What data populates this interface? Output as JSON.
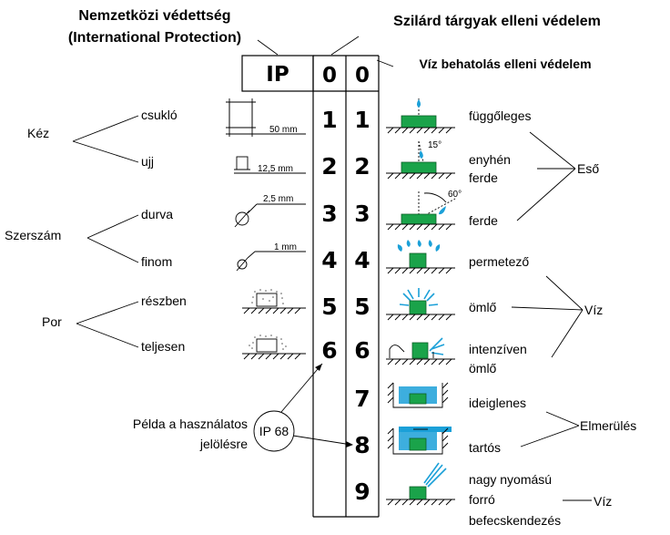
{
  "titles": {
    "main_line1": "Nemzetközi védettség",
    "main_line2": "(International Protection)",
    "solid": "Szilárd tárgyak elleni védelem",
    "water": "Víz behatolás elleni védelem"
  },
  "header": {
    "ip": "IP",
    "solid_digit": "0",
    "water_digit": "0"
  },
  "solid_digits": [
    "1",
    "2",
    "3",
    "4",
    "5",
    "6"
  ],
  "water_digits": [
    "1",
    "2",
    "3",
    "4",
    "5",
    "6",
    "7",
    "8",
    "9"
  ],
  "left": {
    "groups": [
      {
        "label": "Kéz",
        "items": [
          "csukló",
          "ujj"
        ]
      },
      {
        "label": "Szerszám",
        "items": [
          "durva",
          "finom"
        ]
      },
      {
        "label": "Por",
        "items": [
          "részben",
          "teljesen"
        ]
      }
    ],
    "dimensions": [
      "50 mm",
      "12,5 mm",
      "2,5 mm",
      "1 mm"
    ]
  },
  "water_angles": [
    "15°",
    "60°"
  ],
  "right": {
    "lines": [
      "függőleges",
      "enyhén",
      "ferde",
      "ferde",
      "permetező",
      "ömlő",
      "intenzíven",
      "ömlő",
      "ideiglenes",
      "tartós",
      "nagy nyomású",
      "forró",
      "befecskendezés"
    ],
    "groups": {
      "rain": "Eső",
      "water": "Víz",
      "immersion": "Elmerülés",
      "water2": "Víz"
    }
  },
  "example": {
    "label_line1": "Példa a használatos",
    "label_line2": "jelölésre",
    "code": "IP 68"
  },
  "colors": {
    "green": "#1aa34a",
    "blue": "#1ba0d8"
  }
}
